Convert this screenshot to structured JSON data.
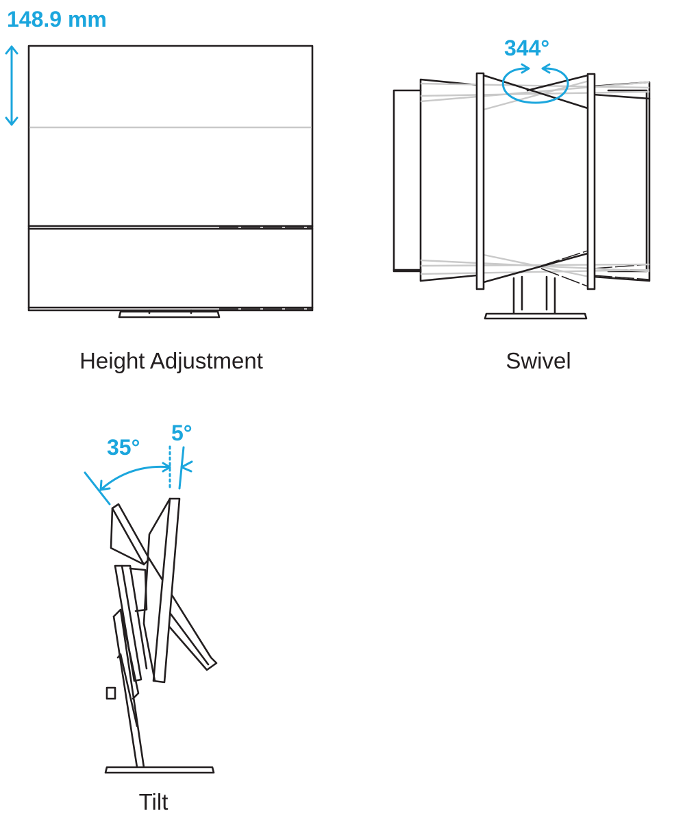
{
  "colors": {
    "accent": "#1ba6dd",
    "line": "#231f20",
    "ghost_line": "#c9c9c9",
    "background": "#ffffff"
  },
  "panels": {
    "height_adjustment": {
      "caption": "Height Adjustment",
      "callout_value": "148.9 mm",
      "icon": "double-headed-vertical-arrow-icon"
    },
    "swivel": {
      "caption": "Swivel",
      "callout_value": "344°",
      "icon": "rotation-ellipse-arrows-icon"
    },
    "tilt": {
      "caption": "Tilt",
      "callout_back_value": "35°",
      "callout_forward_value": "5°",
      "icon": "tilt-arc-arrows-icon"
    }
  }
}
